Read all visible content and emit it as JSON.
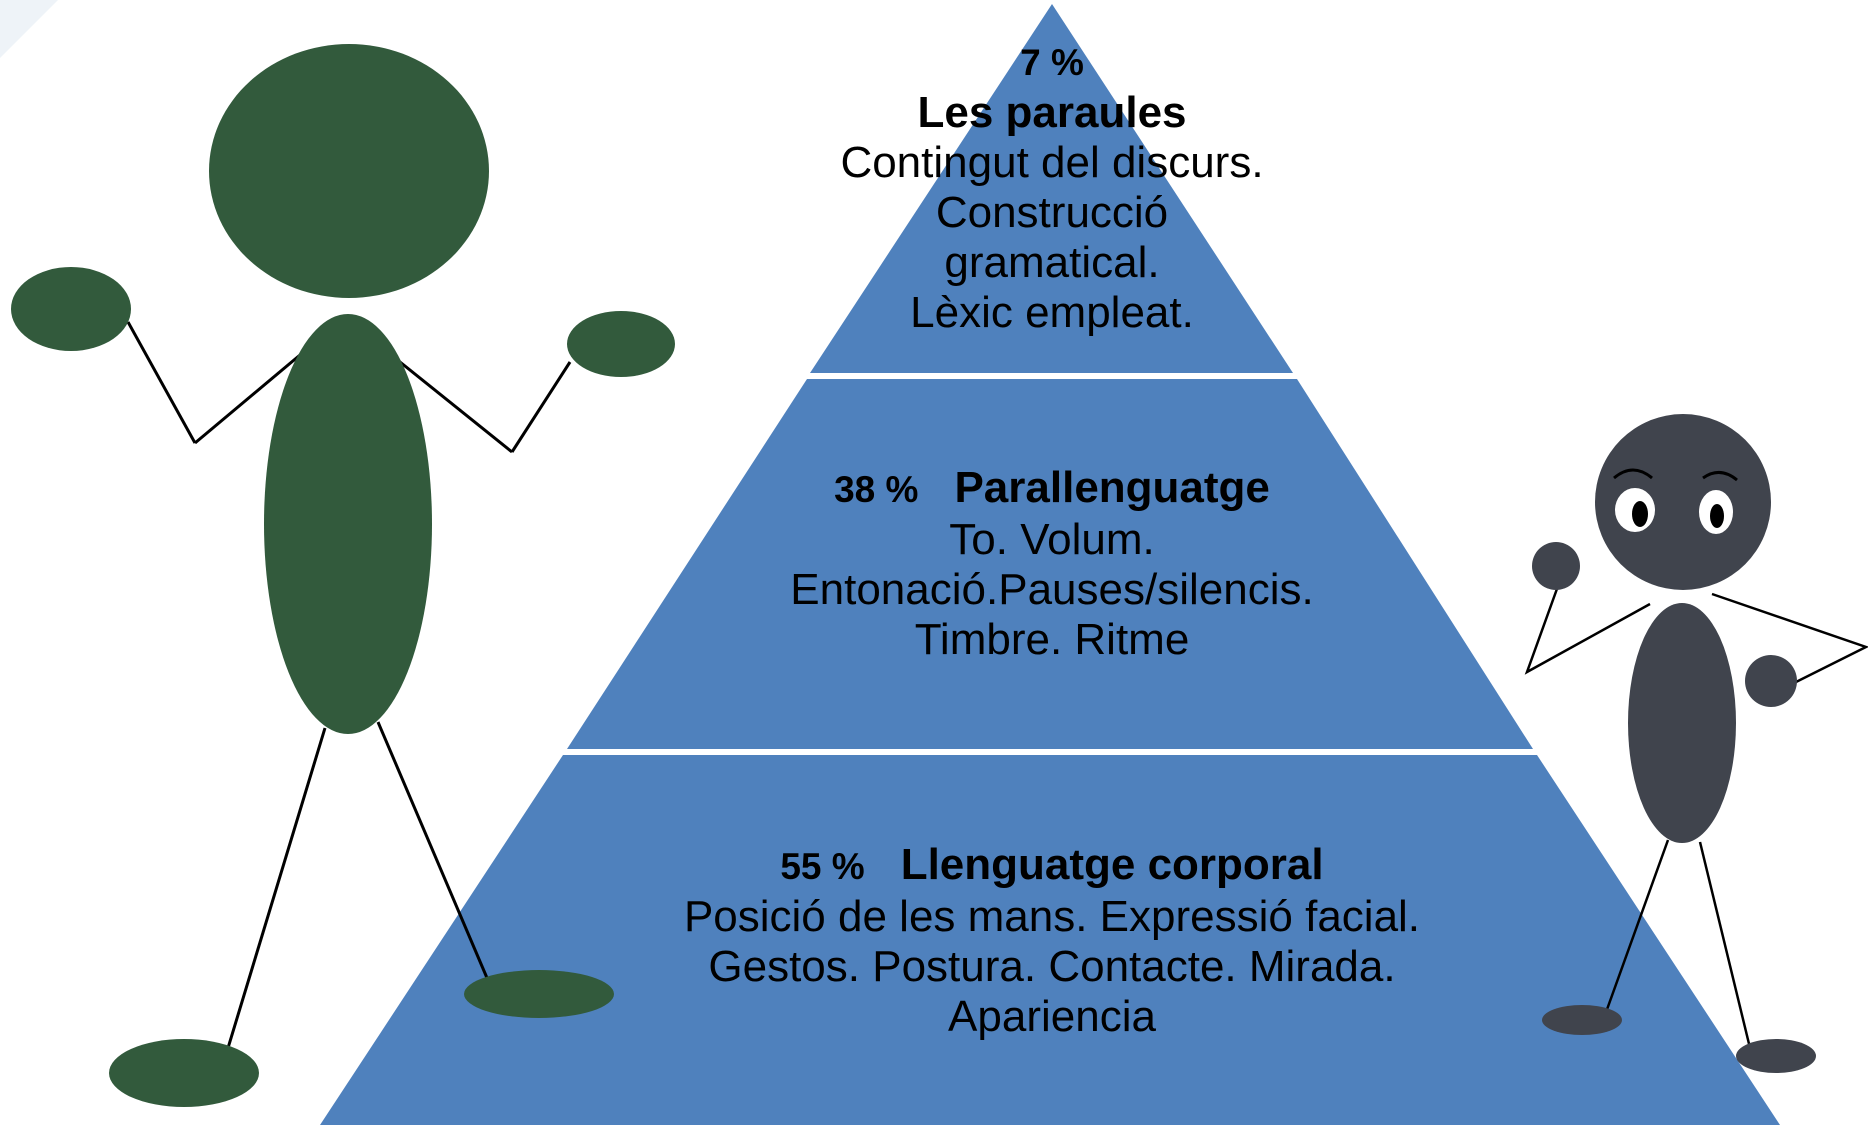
{
  "pyramid": {
    "color": "#4f81bd",
    "tiers": [
      {
        "percent": "7 %",
        "title": "Les paraules",
        "lines": [
          "Contingut del discurs.",
          "Construcció",
          "gramatical.",
          "Lèxic empleat."
        ]
      },
      {
        "percent": "38 %",
        "title": "Parallenguatge",
        "lines": [
          "To. Volum.",
          "Entonació.Pauses/silencis.",
          "Timbre. Ritme"
        ]
      },
      {
        "percent": "55 %",
        "title": "Llenguatge corporal",
        "lines": [
          "Posició de les mans. Expressió facial.",
          "Gestos. Postura. Contacte. Mirada.",
          "Apariencia"
        ]
      }
    ]
  },
  "figures": {
    "left_color": "#325a3c",
    "right_color": "#40444d"
  }
}
